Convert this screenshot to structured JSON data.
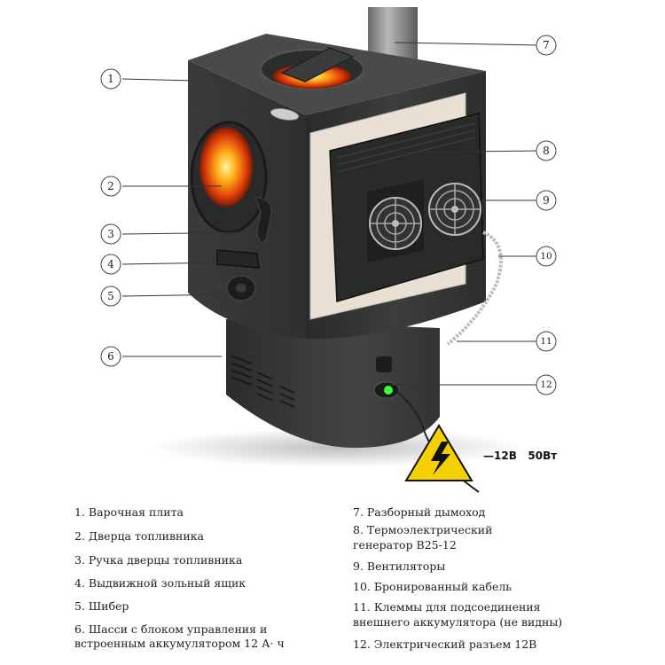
{
  "callouts": [
    "1",
    "2",
    "3",
    "4",
    "5",
    "6",
    "7",
    "8",
    "9",
    "10",
    "11",
    "12"
  ],
  "warning": {
    "voltage": "—12В",
    "power": "50Вт",
    "icon": "high-voltage-warning-icon"
  },
  "legend": {
    "left": [
      "1. Варочная плита",
      "2. Дверца топливника",
      "3. Ручка дверцы топливника",
      "4. Выдвижной зольный ящик",
      "5. Шибер",
      "6. Шасси с блоком управления и",
      "встроенным аккумулятором 12 А· ч"
    ],
    "right": [
      "7. Разборный дымоход",
      "8. Термоэлектрический",
      "генератор В25-12",
      "9. Вентиляторы",
      "10. Бронированный кабель",
      "11. Клеммы для подсоединения",
      "внешнего аккумулятора (не видны)",
      "12. Электрический разъем 12В"
    ]
  },
  "colors": {
    "stove_body": "#3a3a3a",
    "generator": "#2b2b2b",
    "fire": "#ff7a1a",
    "warning_yellow": "#f4d000",
    "led": "#3cff3c"
  }
}
